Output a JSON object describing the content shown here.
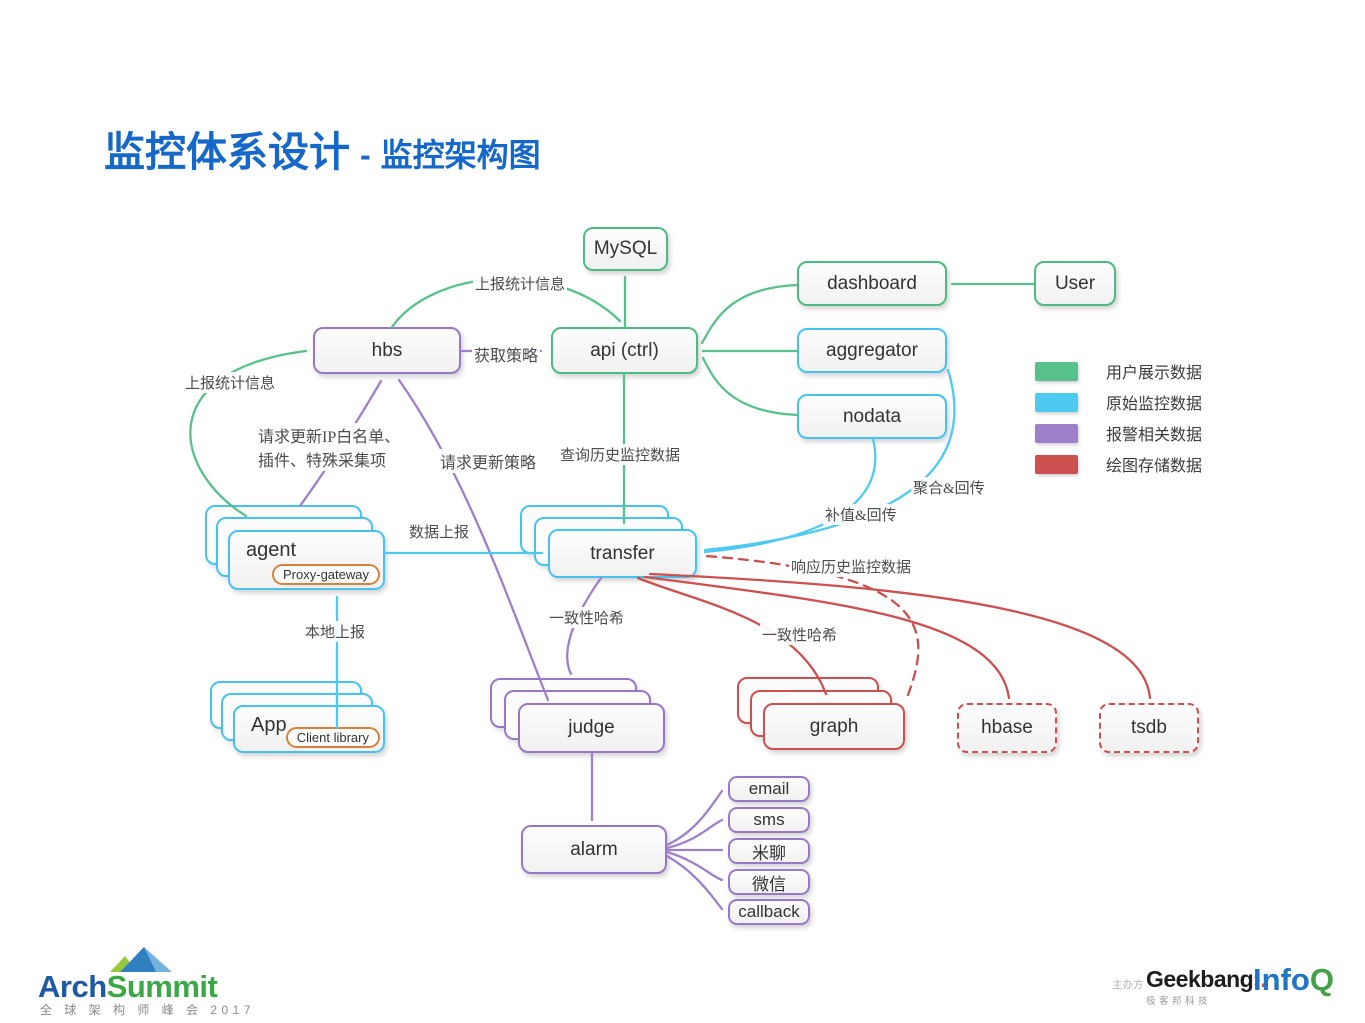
{
  "title": {
    "main": "监控体系设计",
    "sep": "-",
    "sub": "监控架构图"
  },
  "nodes": {
    "mysql": {
      "label": "MySQL"
    },
    "hbs": {
      "label": "hbs"
    },
    "api": {
      "label": "api (ctrl)"
    },
    "dashboard": {
      "label": "dashboard"
    },
    "user": {
      "label": "User"
    },
    "aggregator": {
      "label": "aggregator"
    },
    "nodata": {
      "label": "nodata"
    },
    "agent": {
      "label": "agent",
      "tag": "Proxy-gateway"
    },
    "transfer": {
      "label": "transfer"
    },
    "app": {
      "label": "App",
      "tag": "Client library"
    },
    "judge": {
      "label": "judge"
    },
    "graph": {
      "label": "graph"
    },
    "hbase": {
      "label": "hbase"
    },
    "tsdb": {
      "label": "tsdb"
    },
    "alarm": {
      "label": "alarm"
    },
    "email": {
      "label": "email"
    },
    "sms": {
      "label": "sms"
    },
    "miliao": {
      "label": "米聊"
    },
    "weixin": {
      "label": "微信"
    },
    "callback": {
      "label": "callback"
    }
  },
  "edge_labels": {
    "report_stats_top": "上报统计信息",
    "report_stats_left": "上报统计信息",
    "get_policy": "获取策略",
    "req_update_line1": "请求更新IP白名单、",
    "req_update_line2": "插件、特殊采集项",
    "req_update_policy": "请求更新策略",
    "query_history": "查询历史监控数据",
    "data_report": "数据上报",
    "local_report": "本地上报",
    "aggregate_back": "聚合&回传",
    "fill_back": "补值&回传",
    "response_history": "响应历史监控数据",
    "hash_judge": "一致性哈希",
    "hash_graph": "一致性哈希"
  },
  "legend": {
    "items": [
      {
        "name": "user-display-data",
        "color": "#57c08b",
        "label": "用户展示数据"
      },
      {
        "name": "raw-monitor-data",
        "color": "#4ec9f0",
        "label": "原始监控数据"
      },
      {
        "name": "alarm-related-data",
        "color": "#9e7fc9",
        "label": "报警相关数据"
      },
      {
        "name": "draw-storage-data",
        "color": "#cc5050",
        "label": "绘图存储数据"
      }
    ]
  },
  "footer": {
    "archsummit": {
      "arch": "Arch",
      "summit": "Summit",
      "subtitle": "全 球 架 构 师 峰 会 2017"
    },
    "sponsor_label": "主办方",
    "geekbang": {
      "name1": "Geek",
      "name2": "bang",
      "mark": "›.",
      "subtitle": "极客邦科技"
    },
    "infoq": {
      "name1": "Info",
      "name2": "Q"
    }
  },
  "colors": {
    "title_blue": "#1568c9",
    "green": "#57c08b",
    "blue": "#4ec9f0",
    "purple": "#9e7fc9",
    "red": "#cc5050",
    "tag_orange": "#d9813c"
  }
}
